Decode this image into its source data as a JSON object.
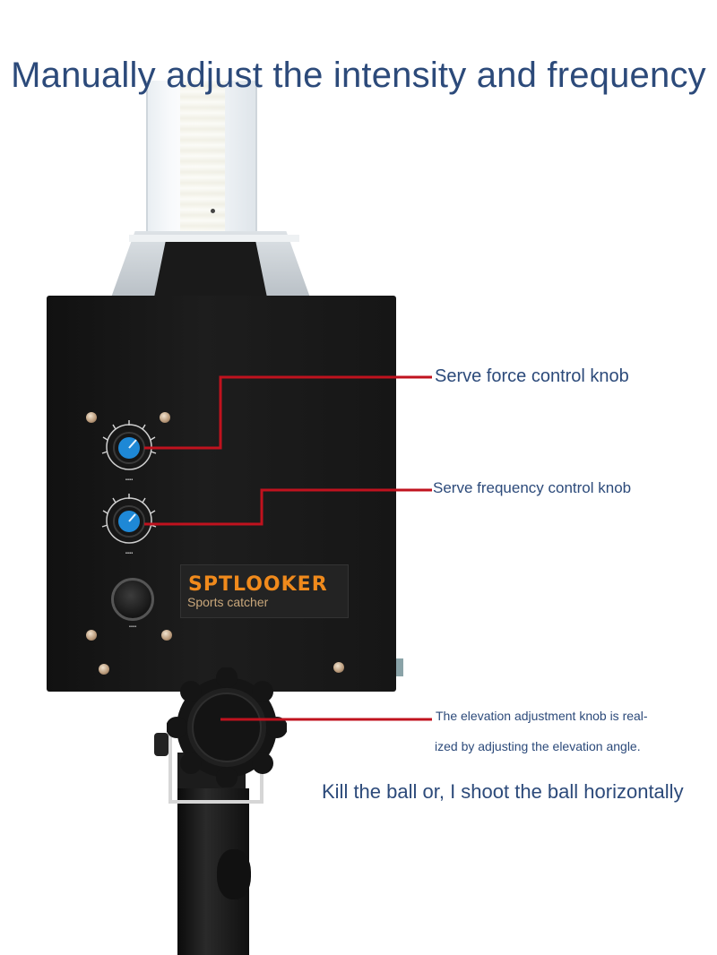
{
  "headline": "Manually adjust the intensity and frequency",
  "device": {
    "brand": "SPTLOOKER",
    "tagline": "Sports catcher"
  },
  "callouts": {
    "force": "Serve force control knob",
    "frequency": "Serve frequency control knob",
    "elevation_line1": "The elevation adjustment knob is real-",
    "elevation_line2": "ized by adjusting the elevation angle.",
    "kill": "Kill the ball or, I shoot the ball horizontally"
  },
  "colors": {
    "text": "#2c4a7a",
    "callout_line": "#c0121e",
    "knob_accent": "#1e88d6",
    "brand": "#f08a1c"
  }
}
